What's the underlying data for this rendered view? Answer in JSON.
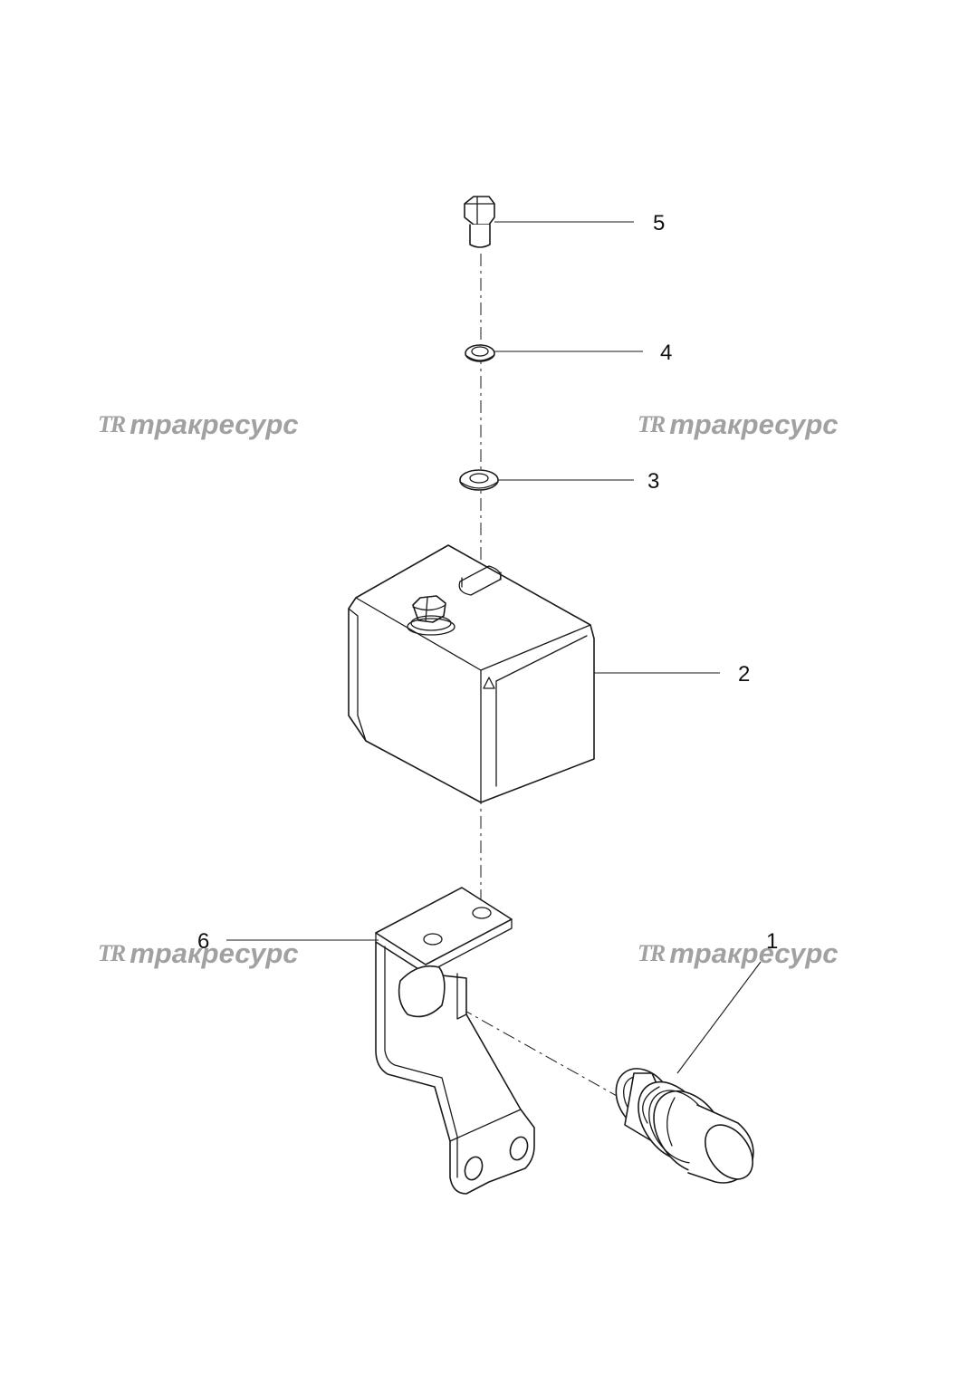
{
  "callouts": [
    {
      "id": "1",
      "label": "1"
    },
    {
      "id": "2",
      "label": "2"
    },
    {
      "id": "3",
      "label": "3"
    },
    {
      "id": "4",
      "label": "4"
    },
    {
      "id": "5",
      "label": "5"
    },
    {
      "id": "6",
      "label": "6"
    }
  ],
  "watermark": {
    "logo": "TR",
    "text": "тракресурс"
  },
  "colors": {
    "line": "#1a1a1a",
    "watermark": "#8a8a8a",
    "background": "#ffffff"
  }
}
